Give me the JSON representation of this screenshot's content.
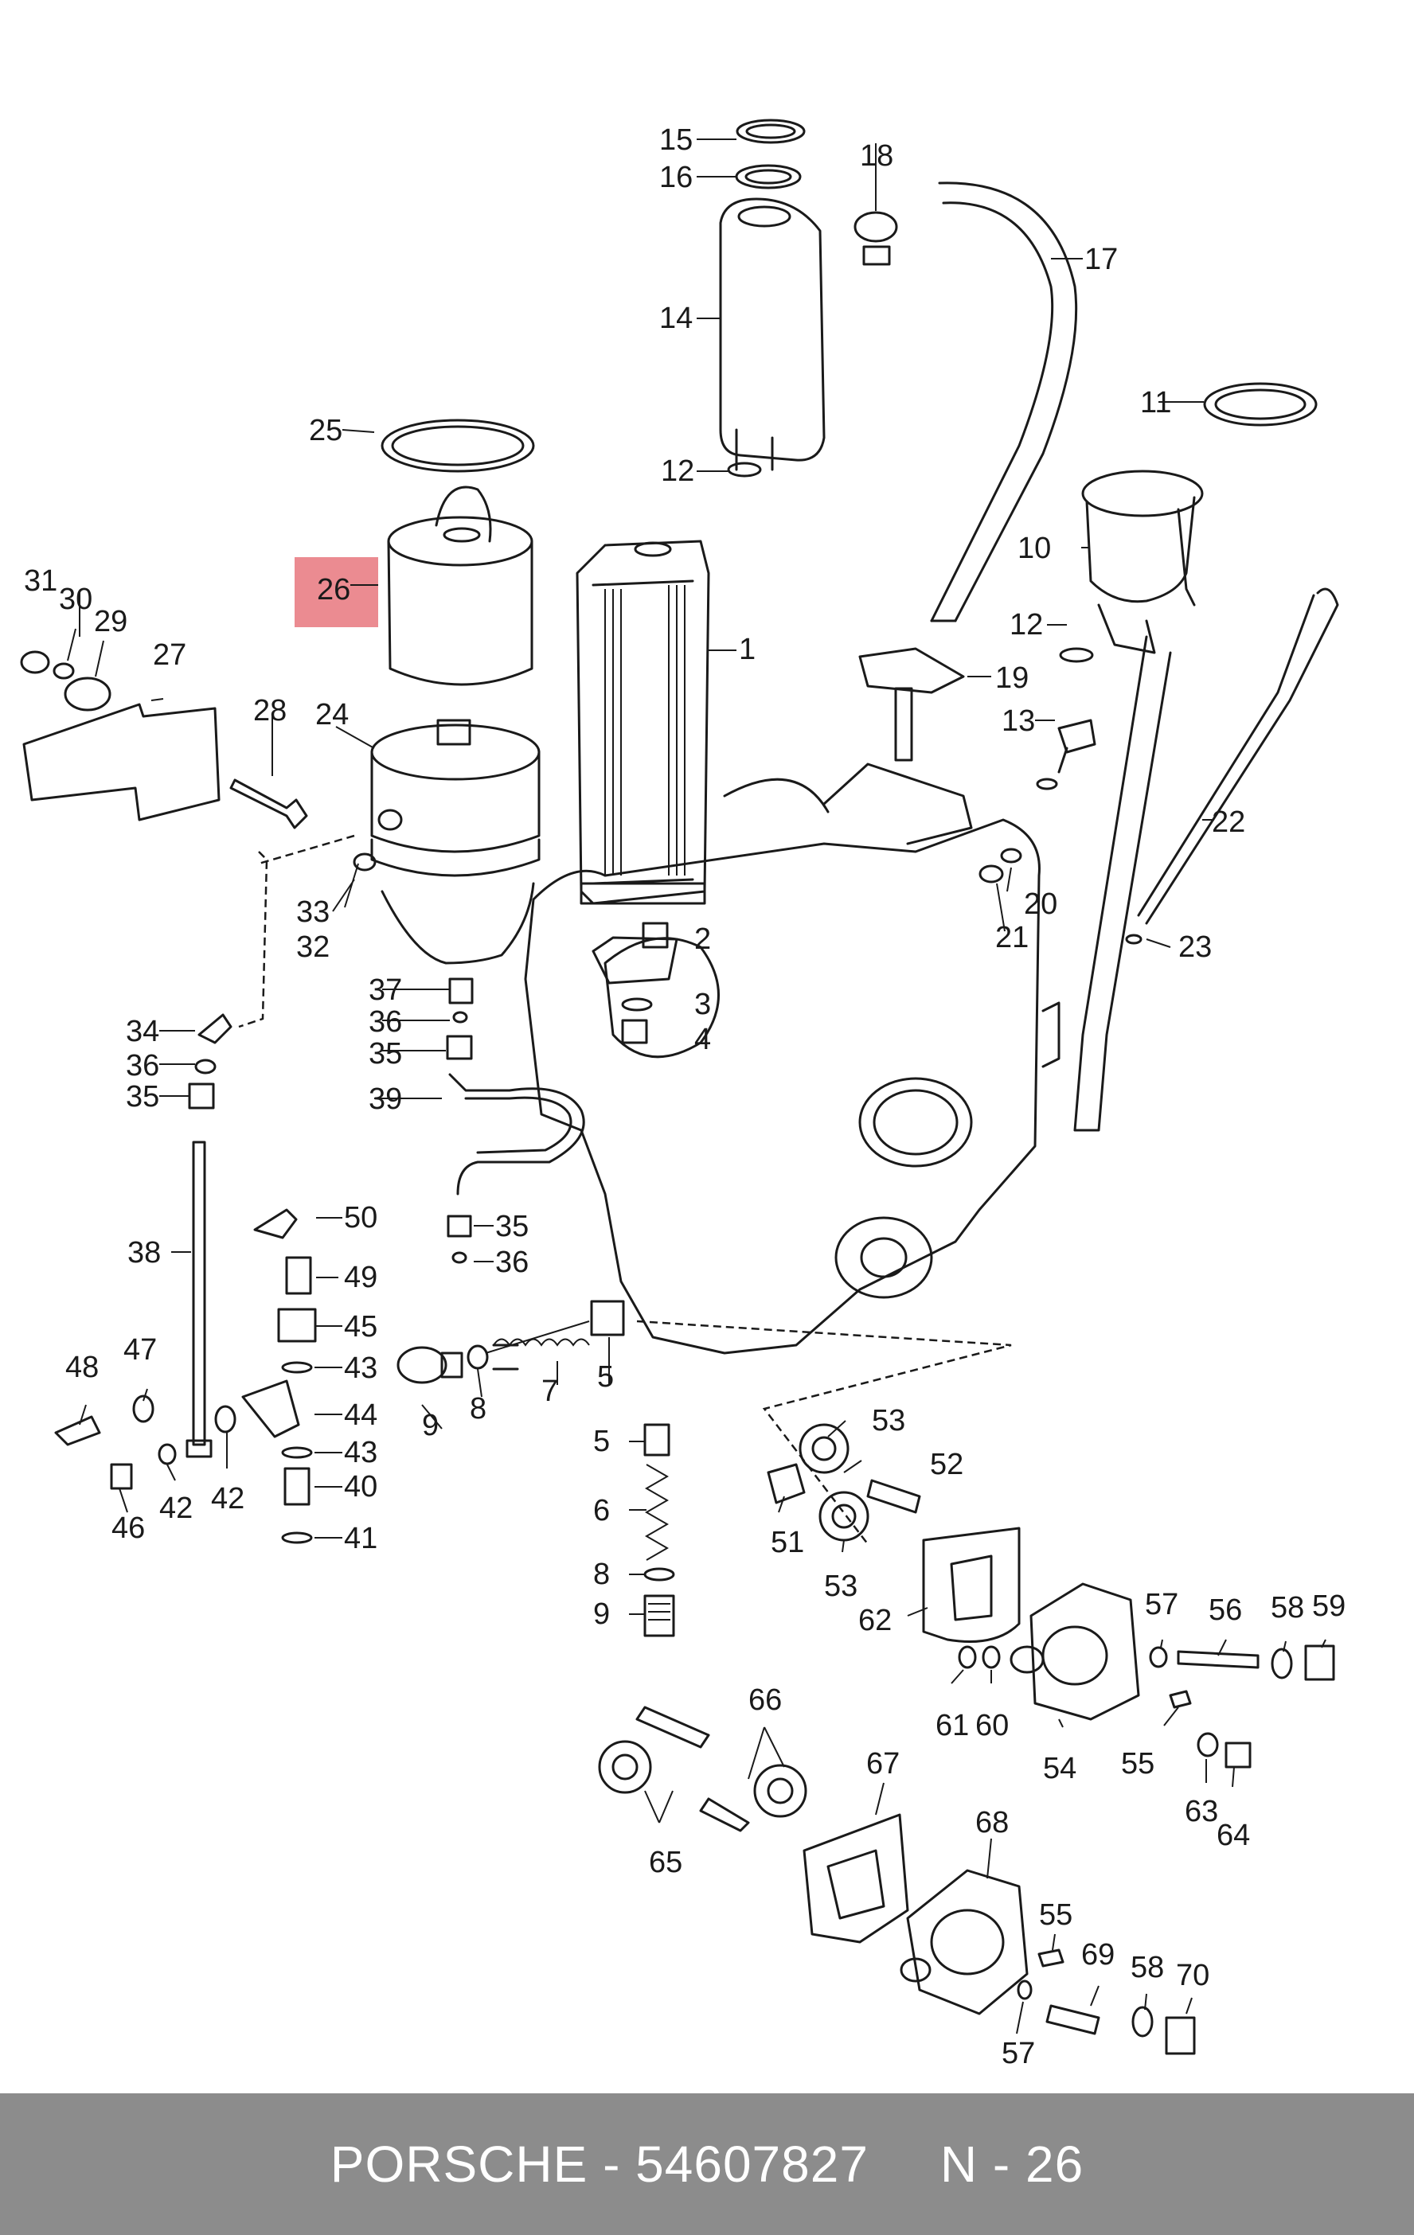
{
  "diagram": {
    "highlighted_part": "26",
    "labels": [
      "1",
      "2",
      "3",
      "4",
      "5",
      "5",
      "5",
      "6",
      "7",
      "8",
      "8",
      "9",
      "9",
      "10",
      "11",
      "12",
      "12",
      "13",
      "14",
      "15",
      "16",
      "17",
      "18",
      "19",
      "20",
      "21",
      "22",
      "23",
      "24",
      "25",
      "26",
      "27",
      "28",
      "29",
      "30",
      "31",
      "32",
      "33",
      "34",
      "35",
      "35",
      "35",
      "36",
      "36",
      "36",
      "37",
      "38",
      "39",
      "40",
      "41",
      "42",
      "42",
      "43",
      "43",
      "44",
      "45",
      "46",
      "47",
      "48",
      "49",
      "50",
      "51",
      "52",
      "53",
      "53",
      "54",
      "55",
      "55",
      "56",
      "57",
      "57",
      "58",
      "58",
      "59",
      "60",
      "61",
      "62",
      "63",
      "64",
      "65",
      "66",
      "67",
      "68",
      "69",
      "70"
    ]
  },
  "footer": {
    "brand": "PORSCHE",
    "separator": "-",
    "part_number": "54607827",
    "page_code": "N - 26"
  }
}
